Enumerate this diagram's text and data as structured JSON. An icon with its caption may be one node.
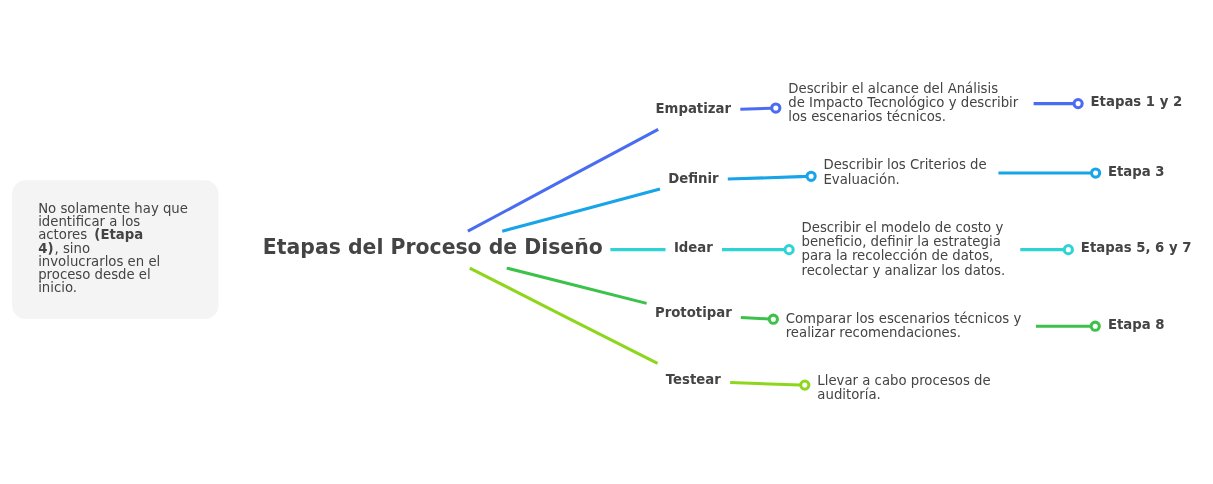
{
  "diagram": {
    "nodes": [
      {
        "text": [
          "Etapas del Proceso de Diseño"
        ]
      },
      {
        "text": [
          "No solamente hay que identificar a los actores **(Etapa 4)**, sino involucrarlos en el proceso desde el inicio."
        ]
      },
      {
        "text": [
          "Empatizar"
        ]
      },
      {
        "text": [
          "Describir el alcance del Análisis de Impacto Tecnológico y describir los escenarios técnicos."
        ]
      },
      {
        "text": [
          "Etapas 1 y 2"
        ]
      },
      {
        "text": [
          "Definir"
        ]
      },
      {
        "text": [
          "Describir los Criterios de Evaluación."
        ]
      },
      {
        "text": [
          "Etapa 3"
        ]
      },
      {
        "text": [
          "Idear"
        ]
      },
      {
        "text": [
          "Describir el modelo de costo y beneficio, definir la estrategia para la recolección de datos, recolectar y analizar los datos."
        ]
      },
      {
        "text": [
          "Etapas 5, 6 y 7"
        ]
      },
      {
        "text": [
          "Prototipar"
        ]
      },
      {
        "text": [
          "Comparar los escenarios técnicos y realizar recomendaciones."
        ]
      },
      {
        "text": [
          "Etapa 8"
        ]
      },
      {
        "text": [
          "Testear"
        ]
      },
      {
        "text": [
          "Llevar a cabo procesos de auditoría."
        ]
      }
    ],
    "edges": [
      {
        "from": 0,
        "to": 2,
        "arrow": "none",
        "color": "#4a6cf0"
      },
      {
        "from": 2,
        "to": 3,
        "arrow": "other",
        "color": "#4a6cf0"
      },
      {
        "from": 3,
        "to": 4,
        "arrow": "other",
        "color": "#4a6cf0"
      },
      {
        "from": 0,
        "to": 5,
        "arrow": "none",
        "color": "#18a4e8"
      },
      {
        "from": 5,
        "to": 6,
        "arrow": "other",
        "color": "#18a4e8"
      },
      {
        "from": 6,
        "to": 7,
        "arrow": "other",
        "color": "#18a4e8"
      },
      {
        "from": 0,
        "to": 8,
        "arrow": "none",
        "color": "#2fd3d3"
      },
      {
        "from": 8,
        "to": 9,
        "arrow": "other",
        "color": "#2fd3d3"
      },
      {
        "from": 9,
        "to": 10,
        "arrow": "other",
        "color": "#2fd3d3"
      },
      {
        "from": 0,
        "to": 11,
        "arrow": "none",
        "color": "#3cc24a"
      },
      {
        "from": 11,
        "to": 12,
        "arrow": "other",
        "color": "#3cc24a"
      },
      {
        "from": 12,
        "to": 13,
        "arrow": "other",
        "color": "#3cc24a"
      },
      {
        "from": 0,
        "to": 14,
        "arrow": "none",
        "color": "#8ed61c"
      },
      {
        "from": 14,
        "to": 15,
        "arrow": "other",
        "color": "#8ed61c"
      }
    ]
  }
}
